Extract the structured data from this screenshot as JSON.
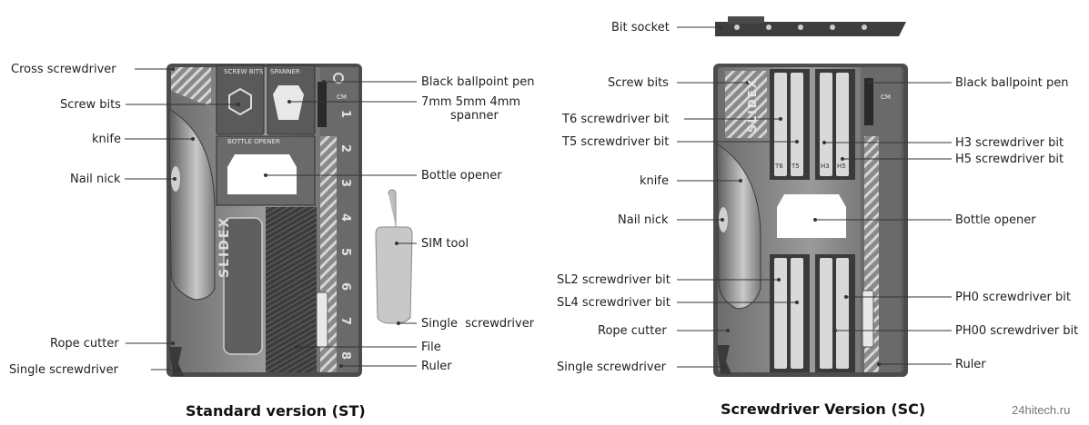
{
  "standard": {
    "caption": "Standard version (ST)",
    "card_text": {
      "screw_bits": "SCREW BITS",
      "spanner": "SPANNER",
      "bottle_opener": "BOTTLE OPENER",
      "brand": "SLIDEX",
      "ruler_unit": "CM",
      "ruler_numbers": [
        "1",
        "2",
        "3",
        "4",
        "5",
        "6",
        "7",
        "8"
      ]
    },
    "labels_left": {
      "cross_screwdriver": "Cross screwdriver",
      "screw_bits": "Screw bits",
      "knife": "knife",
      "nail_nick": "Nail nick",
      "rope_cutter": "Rope cutter",
      "single_screwdriver": "Single screwdriver"
    },
    "labels_right": {
      "ballpoint_pen": "Black ballpoint pen",
      "spanner_line1": "7mm 5mm 4mm",
      "spanner_line2": "spanner",
      "bottle_opener": "Bottle opener",
      "sim_tool": "SIM tool",
      "single_screwdriver": "Single  screwdriver",
      "file": "File",
      "ruler": "Ruler"
    }
  },
  "screwdriver": {
    "caption": "Screwdriver Version (SC)",
    "card_text": {
      "brand": "SLIDEX",
      "ruler_unit": "CM",
      "bit_marks": [
        "T6",
        "T5",
        "H3",
        "H5"
      ]
    },
    "labels_left": {
      "bit_socket": "Bit socket",
      "screw_bits": "Screw bits",
      "t6": "T6 screwdriver bit",
      "t5": "T5 screwdriver bit",
      "knife": "knife",
      "nail_nick": "Nail nick",
      "sl2": "SL2 screwdriver bit",
      "sl4": "SL4 screwdriver bit",
      "rope_cutter": "Rope cutter",
      "single_screwdriver": "Single screwdriver"
    },
    "labels_right": {
      "ballpoint_pen": "Black ballpoint pen",
      "h3": "H3 screwdriver bit",
      "h5": "H5 screwdriver bit",
      "bottle_opener": "Bottle opener",
      "ph0": "PH0 screwdriver bit",
      "ph00": "PH00 screwdriver bit",
      "ruler": "Ruler"
    }
  },
  "watermark": "24hitech.ru"
}
